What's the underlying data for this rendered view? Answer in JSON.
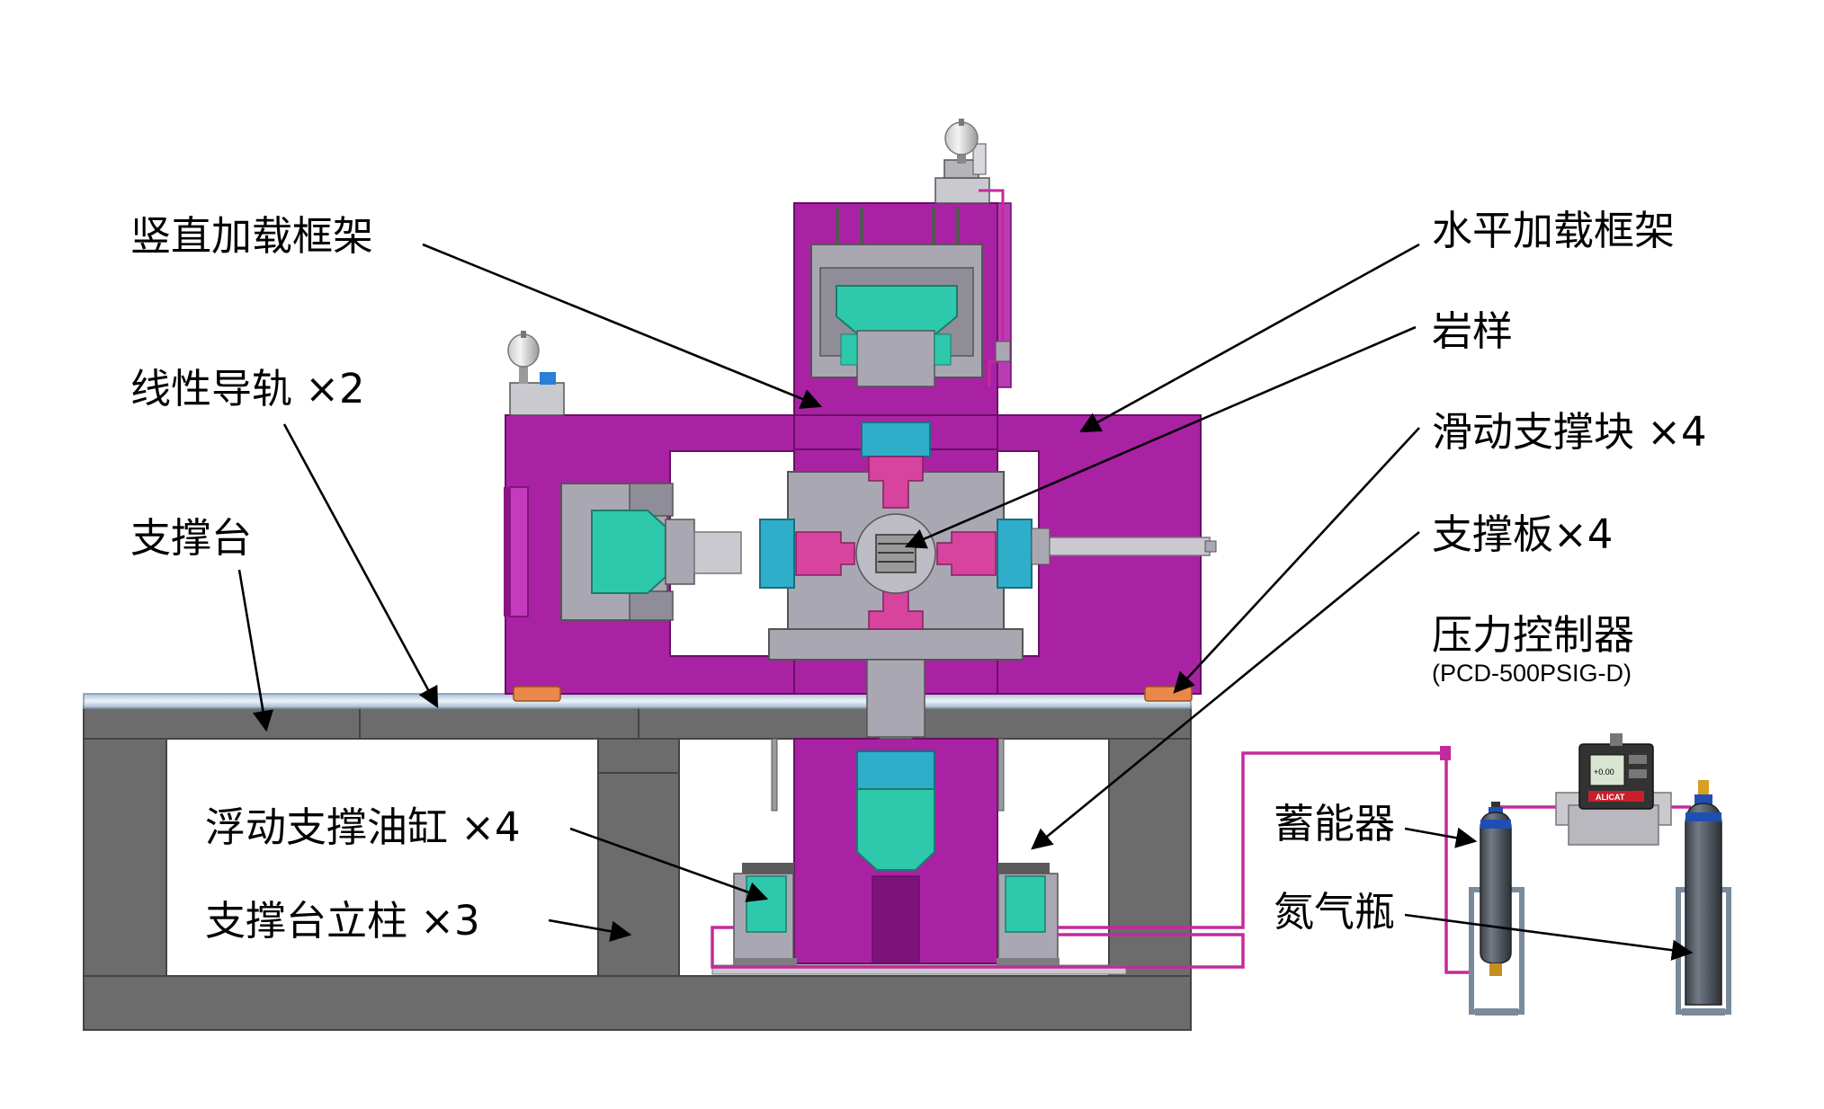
{
  "labels": {
    "vertical_frame": "竖直加载框架",
    "horizontal_frame": "水平加载框架",
    "rock_sample": "岩样",
    "linear_guide": "线性导轨 ×2",
    "sliding_block": "滑动支撑块 ×4",
    "support_table": "支撑台",
    "support_plate": "支撑板×4",
    "pressure_controller": "压力控制器",
    "pressure_controller_model": "(PCD-500PSIG-D)",
    "floating_cylinder": "浮动支撑油缸 ×4",
    "accumulator": "蓄能器",
    "table_column": "支撑台立柱 ×3",
    "nitrogen_bottle": "氮气瓶"
  },
  "device": {
    "display_value": "+0.00",
    "brand": "ALICAT"
  },
  "colors": {
    "frame": "#aa22a4",
    "frame_edge": "#6a0f66",
    "steel_gray": "#a9a8b2",
    "dark_gray": "#6a6a6e",
    "cylinder_teal": "#2ec9ad",
    "pad_blue": "#2eaec9",
    "piston_pink": "#d6449e",
    "rail": "#c9d6e3",
    "sliding_block": "#e8894a",
    "tube_magenta": "#c42a9b",
    "table_gray": "#6c6c6c",
    "bottle": "#4d5560",
    "bottle_cap": "#1f4fb5"
  }
}
